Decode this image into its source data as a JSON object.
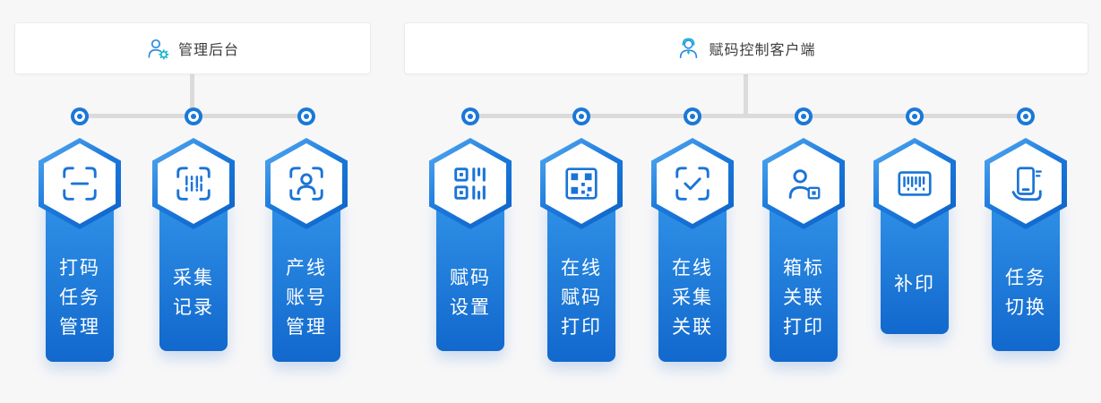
{
  "colors": {
    "primary_blue": "#1a78d9",
    "icon_blue": "#1a74d6",
    "accent_teal": "#17b6cf",
    "connector_gray": "#dbdbdb",
    "background": "#f7f7f8",
    "ribbon_gradient_top": "#3193e8",
    "ribbon_gradient_bottom": "#1268cd"
  },
  "groups": [
    {
      "title": "管理后台",
      "icon": "admin-user-gear-icon",
      "nodes": [
        {
          "icon": "scan-dash-icon",
          "lines": [
            "打码",
            "任务",
            "管理"
          ]
        },
        {
          "icon": "scan-barcode-icon",
          "lines": [
            "采集",
            "记录"
          ]
        },
        {
          "icon": "scan-person-icon",
          "lines": [
            "产线",
            "账号",
            "管理"
          ]
        }
      ]
    },
    {
      "title": "赋码控制客户端",
      "icon": "support-user-icon",
      "nodes": [
        {
          "icon": "qrcode-icon",
          "lines": [
            "赋码",
            "设置"
          ]
        },
        {
          "icon": "qrcode-dense-icon",
          "lines": [
            "在线",
            "赋码",
            "打印"
          ]
        },
        {
          "icon": "scan-check-icon",
          "lines": [
            "在线",
            "采集",
            "关联"
          ]
        },
        {
          "icon": "person-qr-icon",
          "lines": [
            "箱标",
            "关联",
            "打印"
          ]
        },
        {
          "icon": "barcode-icon",
          "lines": [
            "补印"
          ]
        },
        {
          "icon": "phone-hand-icon",
          "lines": [
            "任务",
            "切换"
          ]
        }
      ]
    }
  ]
}
